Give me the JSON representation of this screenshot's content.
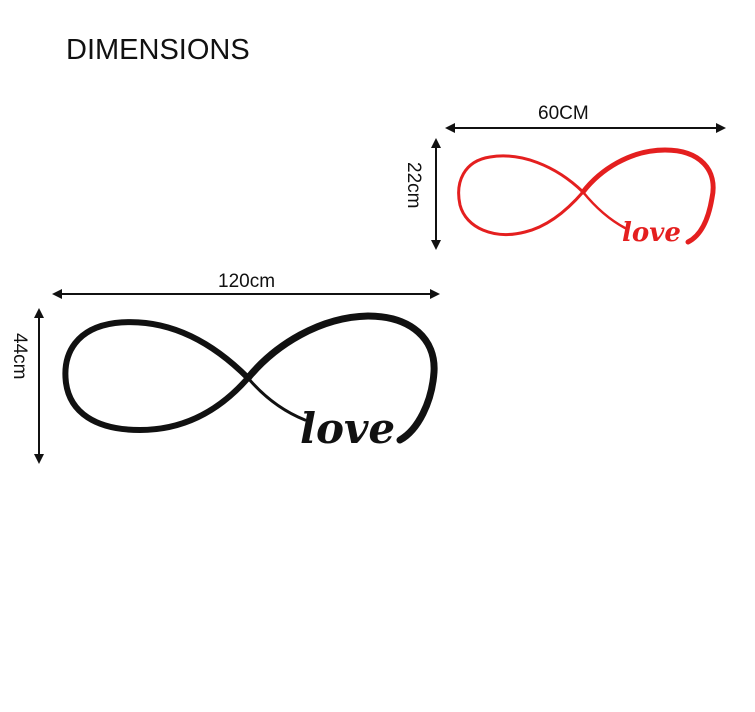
{
  "title": "DIMENSIONS",
  "small_decal": {
    "width_label": "60CM",
    "height_label": "22cm",
    "word": "love",
    "color": "#e41f1f"
  },
  "large_decal": {
    "width_label": "120cm",
    "height_label": "44cm",
    "word": "love",
    "color": "#111111"
  }
}
